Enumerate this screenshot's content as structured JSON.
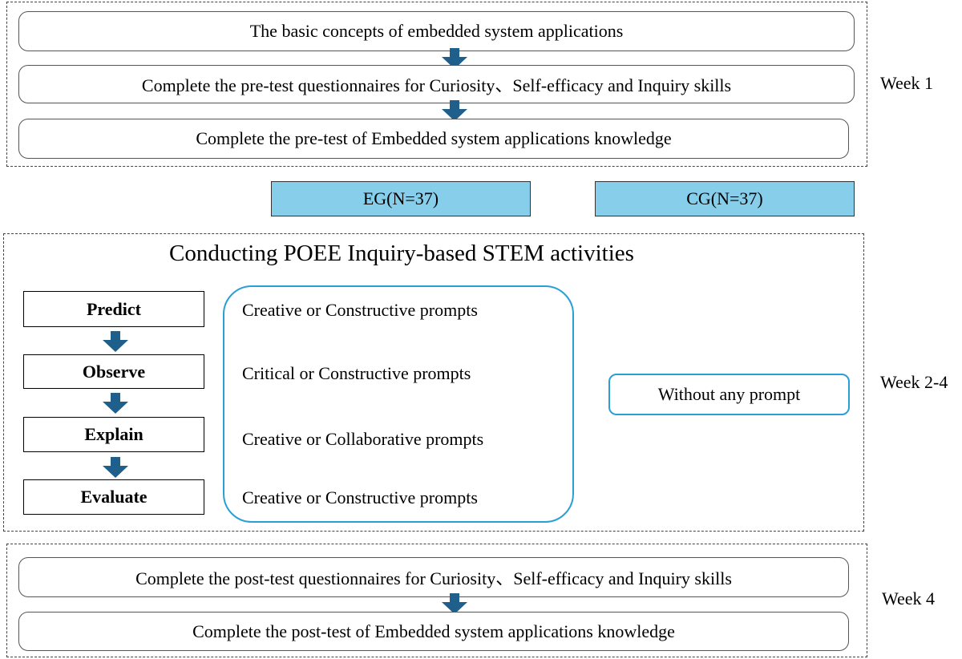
{
  "week1": {
    "steps": [
      "The basic concepts of embedded system applications",
      "Complete the pre-test questionnaires for Curiosity、Self-efficacy and Inquiry skills",
      "Complete the pre-test of Embedded system applications knowledge"
    ],
    "label": "Week 1"
  },
  "groups": {
    "eg": "EG(N=37)",
    "cg": "CG(N=37)"
  },
  "activities": {
    "title": "Conducting POEE Inquiry-based STEM activities",
    "steps": [
      "Predict",
      "Observe",
      "Explain",
      "Evaluate"
    ],
    "prompts": [
      "Creative or Constructive prompts",
      "Critical or Constructive prompts",
      "Creative or Collaborative prompts",
      "Creative or Constructive prompts"
    ],
    "no_prompt": "Without any prompt",
    "label": "Week 2-4"
  },
  "week4": {
    "steps": [
      "Complete the post-test questionnaires for Curiosity、Self-efficacy and Inquiry skills",
      "Complete the post-test of Embedded system applications knowledge"
    ],
    "label": "Week 4"
  },
  "colors": {
    "arrow": "#1f5f8b",
    "group_fill": "#87ceeb",
    "prompt_border": "#2a9fd6"
  }
}
